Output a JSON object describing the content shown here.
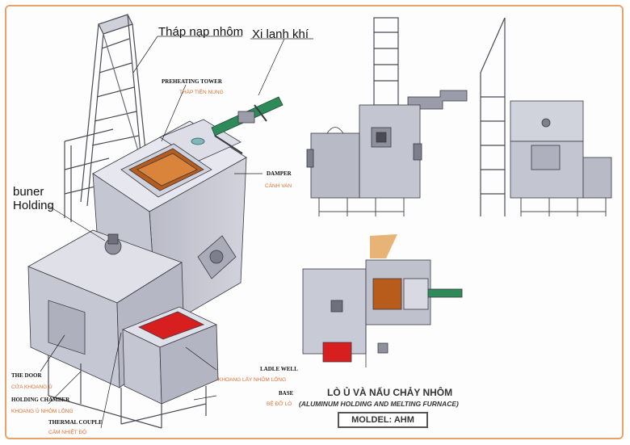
{
  "labels": {
    "thap_nap_nhom": "Tháp nạp nhôm",
    "xi_lanh_khi": "Xi lanh khí",
    "buner": "buner",
    "holding": "Holding",
    "preheating_tower": "PREHEATING TOWER",
    "preheating_tower_vi": "THÁP TIỀN NUNG",
    "damper": "DAMPER",
    "damper_vi": "CÁNH VAN",
    "the_door": "THE DOOR",
    "the_door_vi": "CỬA KHOANG Ủ",
    "holding_chamber": "HOLDING CHAMBER",
    "holding_chamber_vi": "KHOANG Ủ NHÔM LỎNG",
    "thermal_couple": "THERMAL COUPLE",
    "thermal_couple_vi": "CẢM NHIỆT ĐỘ",
    "ladle_well": "LADLE WELL",
    "ladle_well_vi": "KHOANG LẤY NHÔM LỎNG",
    "base": "BASE",
    "base_vi": "BỆ ĐỠ LÒ"
  },
  "title": "LÒ Ủ VÀ NẤU CHẢY NHÔM",
  "subtitle": "(ALUMINUM HOLDING AND MELTING FURNACE)",
  "model": "MOLDEL: AHM",
  "colors": {
    "frame": "#e9a26a",
    "metal": "#c9cbd6",
    "metal_dark": "#9a9caa",
    "metal_light": "#e6e7ee",
    "stroke": "#3a3a44",
    "preheat_opening": "#b85c1c",
    "molten": "#d81f1f",
    "cylinder": "#2f8a5a",
    "accent_text": "#e07030"
  }
}
